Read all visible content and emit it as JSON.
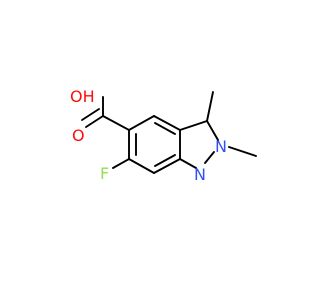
{
  "molecule": {
    "atoms": {
      "carboxyl_oh": "OH",
      "carbonyl_o": "O",
      "fluorine": "F",
      "n1": "N",
      "n2": "N"
    }
  },
  "colors": {
    "bond": "#000000",
    "oxygen": "#ff0d0d",
    "fluorine": "#90e050",
    "nitrogen": "#3050f8"
  }
}
